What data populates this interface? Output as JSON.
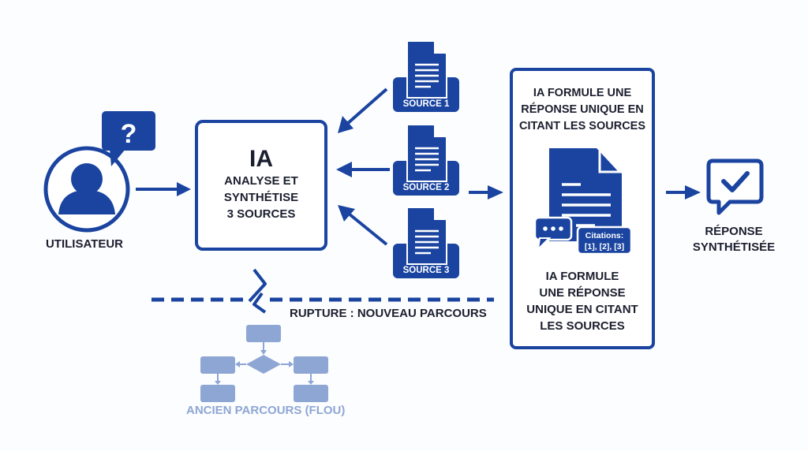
{
  "colors": {
    "primary": "#1a44a0",
    "text": "#1b1f2e",
    "faded": "#8ea6d4",
    "background": "#fcfdfe"
  },
  "user": {
    "label": "UTILISATEUR",
    "icon": "user-icon",
    "bubble_icon": "question-bubble-icon",
    "bubble_text": "?"
  },
  "ia_box": {
    "title": "IA",
    "subtitle_lines": [
      "ANALYSE ET",
      "SYNTHÉTISE",
      "3 SOURCES"
    ]
  },
  "sources": [
    {
      "label": "SOURCE 1",
      "icon": "document-tray-icon"
    },
    {
      "label": "SOURCE 2",
      "icon": "document-tray-icon"
    },
    {
      "label": "SOURCE 3",
      "icon": "document-tray-icon"
    }
  ],
  "right_panel": {
    "top_lines": [
      "IA FORMULE UNE",
      "RÉPONSE UNIQUE EN",
      "CITANT LES SOURCES"
    ],
    "icon": "document-icon",
    "chat_icon": "chat-dots-icon",
    "citation_title": "Citations:",
    "citation_refs": "[1], [2], [3]",
    "bottom_lines": [
      "IA FORMULE",
      "UNE RÉPONSE",
      "UNIQUE EN CITANT",
      "LES SOURCES"
    ]
  },
  "response": {
    "icon": "check-bubble-icon",
    "lines": [
      "RÉPONSE",
      "SYNTHÉTISÉE"
    ]
  },
  "rupture": {
    "label": "RUPTURE : NOUVEAU PARCOURS",
    "icon": "break-zigzag-icon"
  },
  "old_flow": {
    "label": "ANCIEN PARCOURS (FLOU)",
    "icon": "flowchart-icon"
  }
}
